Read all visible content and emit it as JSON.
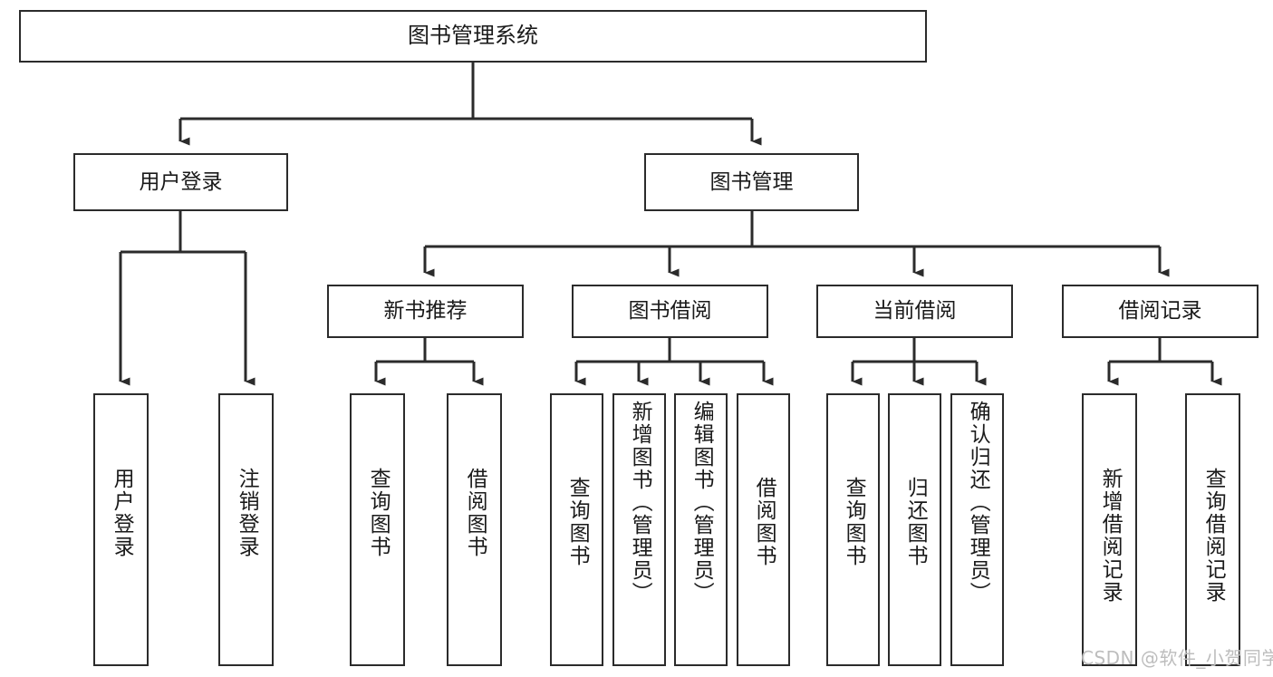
{
  "diagram": {
    "title": "图书管理系统",
    "type": "tree-hierarchy-chart",
    "line_color": "#2b2b2b",
    "box_fill": "#ffffff",
    "text_color": "#1a1a1a",
    "nodes": {
      "root": {
        "label": "图书管理系统"
      },
      "level2": [
        {
          "label": "用户登录"
        },
        {
          "label": "图书管理"
        }
      ],
      "level3": [
        {
          "label": "新书推荐"
        },
        {
          "label": "图书借阅"
        },
        {
          "label": "当前借阅"
        },
        {
          "label": "借阅记录"
        }
      ],
      "leaves": [
        {
          "label": "用户登录"
        },
        {
          "label": "注销登录"
        },
        {
          "label": "查询图书"
        },
        {
          "label": "借阅图书"
        },
        {
          "label": "查询图书"
        },
        {
          "label": "新增图书（管理员）"
        },
        {
          "label": "编辑图书（管理员）"
        },
        {
          "label": "借阅图书"
        },
        {
          "label": "查询图书"
        },
        {
          "label": "归还图书"
        },
        {
          "label": "确认归还（管理员）"
        },
        {
          "label": "新增借阅记录"
        },
        {
          "label": "查询借阅记录"
        }
      ]
    }
  },
  "watermark": {
    "text": "CSDN @软件_小贺同学"
  }
}
